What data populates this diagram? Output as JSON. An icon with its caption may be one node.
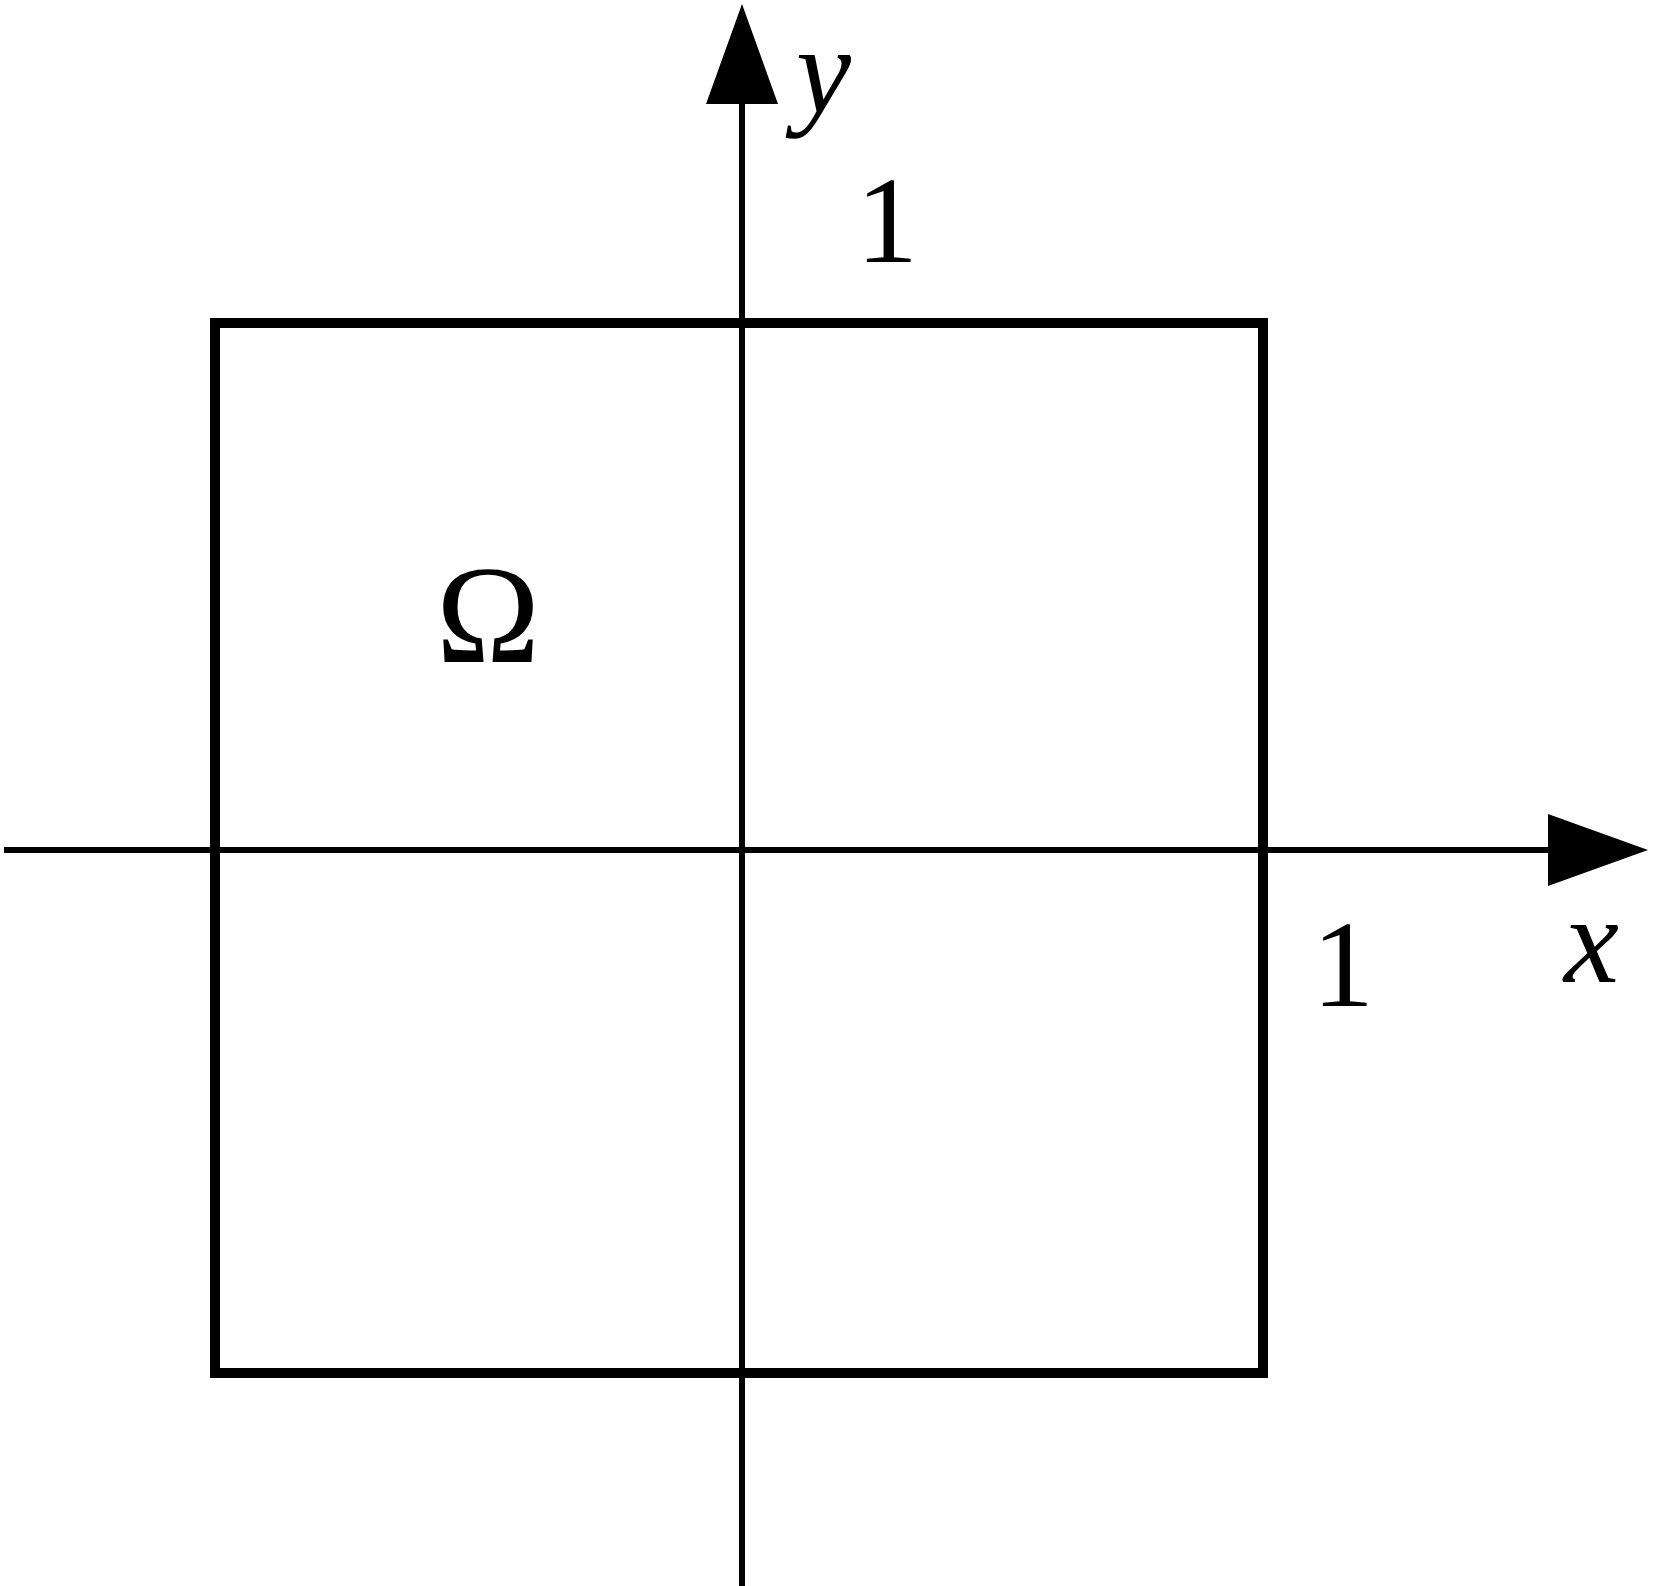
{
  "diagram": {
    "nodes": [
      {
        "text": [
          "Ω"
        ]
      }
    ],
    "labels": [
      "y",
      "1",
      "x",
      "1"
    ]
  }
}
